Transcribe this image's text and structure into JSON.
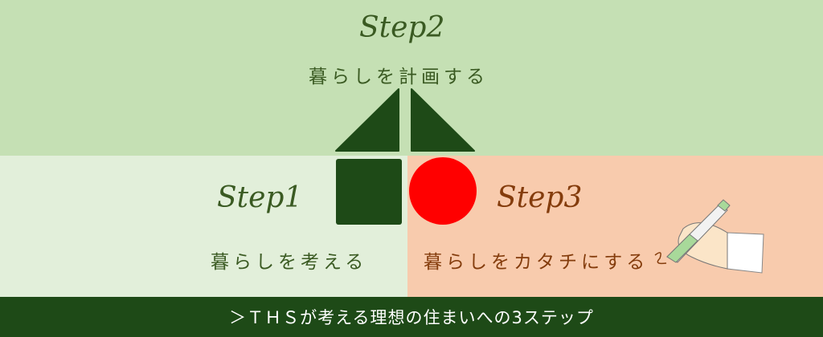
{
  "step2": {
    "title": "Step2",
    "subtitle": "暮らしを計画する"
  },
  "step1": {
    "title": "Step1",
    "subtitle": "暮らしを考える"
  },
  "step3": {
    "title": "Step3",
    "subtitle": "暮らしをカタチにする"
  },
  "footer": {
    "text": "＞ＴＨＳが考える理想の住まいへの3ステップ"
  },
  "colors": {
    "top": "#c5e0b4",
    "left": "#e2efda",
    "right": "#f8cbad",
    "footer": "#1e4a17",
    "shape": "#1e4a17",
    "circle": "#ff0000"
  }
}
